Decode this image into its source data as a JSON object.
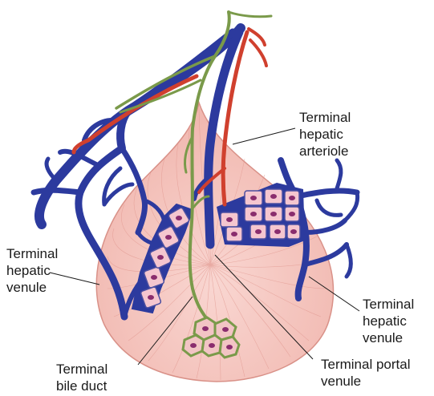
{
  "labels": {
    "arteriole": [
      "Terminal",
      "hepatic",
      "arteriole"
    ],
    "venule_left": [
      "Terminal",
      "hepatic",
      "venule"
    ],
    "venule_right": [
      "Terminal",
      "hepatic",
      "venule"
    ],
    "portal_venule": [
      "Terminal portal",
      "venule"
    ],
    "bile_duct": [
      "Terminal",
      "bile duct"
    ]
  },
  "colors": {
    "vein": "#2c3a9e",
    "artery": "#d0402e",
    "bile": "#7a9a4a",
    "lobule": "#f6c9c3",
    "lobule_line": "#d88a82",
    "cell": "#f5c6cf",
    "cell_nucleus": "#8a2d6e",
    "cell_border": "#6a6aa8"
  }
}
